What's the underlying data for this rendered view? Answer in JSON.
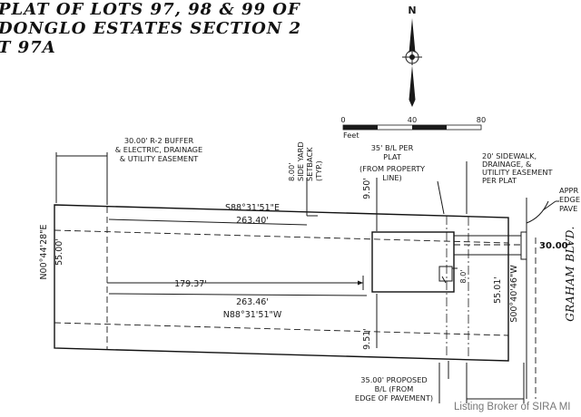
{
  "title": {
    "line1": "PLAT OF LOTS 97, 98 & 99 OF",
    "line2": "DONGLO ESTATES SECTION 2",
    "line3": "T 97A"
  },
  "north_arrow": {
    "letter": "N",
    "icon": "north-arrow-icon"
  },
  "scale_bar": {
    "ticks": [
      "0",
      "40",
      "80"
    ],
    "unit": "Feet"
  },
  "notes": {
    "buffer": [
      "30.00' R-2 BUFFER",
      "& ELECTRIC, DRAINAGE",
      "& UTILITY EASEMENT"
    ],
    "side_yard": [
      "8.00'",
      "SIDE YARD",
      "SETBACK",
      "(TYP.)"
    ],
    "bl_per_plat": [
      "35' B/L PER",
      "PLAT",
      "(FROM PROPERTY",
      "LINE)"
    ],
    "sidewalk": [
      "20' SIDEWALK,",
      "DRAINAGE, &",
      "UTILITY EASEMENT",
      "PER PLAT"
    ],
    "pavement": [
      "APPR",
      "EDGE",
      "PAVE"
    ],
    "proposed_bl": [
      "35.00' PROPOSED",
      "B/L (FROM",
      "EDGE OF PAVEMENT)"
    ]
  },
  "dimensions": {
    "north_bearing": "S88°31'51\"E",
    "south_bearing": "N88°31'51\"W",
    "west_bearing": "N00°44'28\"E",
    "east_bearing": "S00°40'46\"W",
    "west_length": "55.00'",
    "east_length": "55.01'",
    "north_length": "263.40'",
    "south_length": "263.46'",
    "setback_depth": "179.37'",
    "top_offset": "9.50'",
    "bottom_offset": "9.51'",
    "frontage": "30.00'",
    "small_offset": "8.0'"
  },
  "road": {
    "name": "GRAHAM BLVD."
  },
  "watermark": "Listing Broker of SIRA MI"
}
